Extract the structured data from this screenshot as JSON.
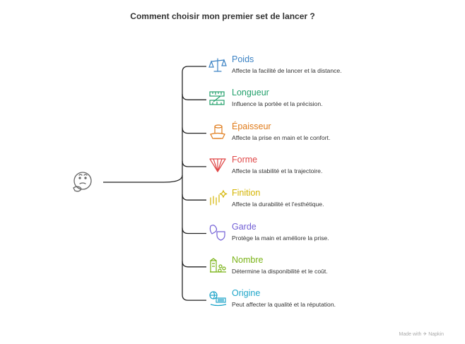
{
  "title": "Comment choisir mon premier set de lancer ?",
  "watermark": "Made with ✈ Napkin",
  "center_icon": "thinking-face-icon",
  "items": [
    {
      "title": "Poids",
      "desc": "Affecte la facilité de lancer et la distance.",
      "color": "#3b82c4",
      "icon": "balance-scale-icon"
    },
    {
      "title": "Longueur",
      "desc": "Influence la portée et la précision.",
      "color": "#22a06b",
      "icon": "ruler-icon"
    },
    {
      "title": "Épaisseur",
      "desc": "Affecte la prise en main et le confort.",
      "color": "#e07b1a",
      "icon": "coin-stack-icon"
    },
    {
      "title": "Forme",
      "desc": "Affecte la stabilité et la trajectoire.",
      "color": "#e04848",
      "icon": "shape-triangle-icon"
    },
    {
      "title": "Finition",
      "desc": "Affecte la durabilité et l'esthétique.",
      "color": "#d4b400",
      "icon": "sparkle-icon"
    },
    {
      "title": "Garde",
      "desc": "Protège la main et améliore la prise.",
      "color": "#7360d6",
      "icon": "shield-icon"
    },
    {
      "title": "Nombre",
      "desc": "Détermine la disponibilité et le coût.",
      "color": "#7ab317",
      "icon": "building-blocks-icon"
    },
    {
      "title": "Origine",
      "desc": "Peut affecter la qualité et la réputation.",
      "color": "#1ea5c9",
      "icon": "globe-flag-icon"
    }
  ]
}
